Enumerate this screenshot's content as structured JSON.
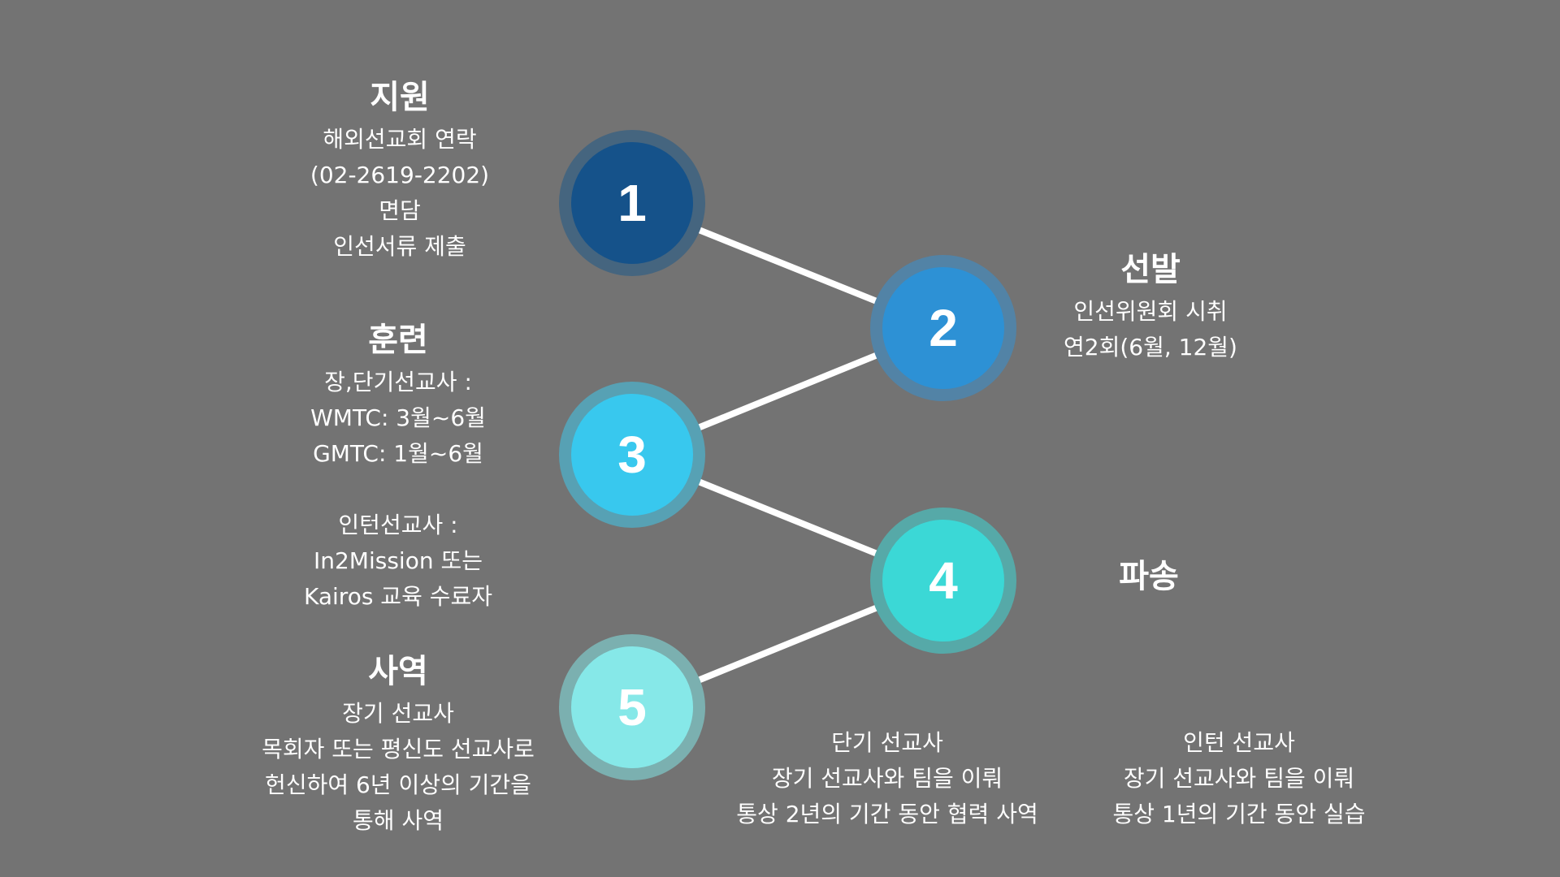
{
  "steps": [
    {
      "number": "1",
      "color": "#15528a",
      "ring": "#45657f"
    },
    {
      "number": "2",
      "color": "#2d91d5",
      "ring": "#5283a6"
    },
    {
      "number": "3",
      "color": "#38c8ee",
      "ring": "#57a1b4"
    },
    {
      "number": "4",
      "color": "#3bd8d6",
      "ring": "#56a9a8"
    },
    {
      "number": "5",
      "color": "#86e8e8",
      "ring": "#7bb0b0"
    }
  ],
  "support": {
    "title": "지원",
    "lines": [
      "해외선교회 연락",
      "(02-2619-2202)",
      "면담",
      "인선서류 제출"
    ]
  },
  "selection": {
    "title": "선발",
    "lines": [
      "인선위원회 시취",
      "연2회(6월, 12월)"
    ]
  },
  "training": {
    "title": "훈련",
    "lines": [
      "장,단기선교사 :",
      "WMTC: 3월~6월",
      "GMTC: 1월~6월",
      "인턴선교사 :",
      "In2Mission 또는",
      "Kairos 교육 수료자"
    ]
  },
  "dispatch": {
    "title": "파송"
  },
  "short_term": {
    "lines": [
      "단기 선교사",
      "장기 선교사와 팀을 이뤄",
      "통상 2년의 기간 동안 협력 사역"
    ]
  },
  "intern": {
    "lines": [
      "인턴 선교사",
      "장기 선교사와 팀을 이뤄",
      "통상 1년의 기간 동안 실습"
    ]
  },
  "ministry": {
    "title": "사역",
    "lines": [
      "장기 선교사",
      "목회자 또는 평신도 선교사로",
      "헌신하여 6년 이상의 기간을",
      "통해 사역"
    ]
  }
}
